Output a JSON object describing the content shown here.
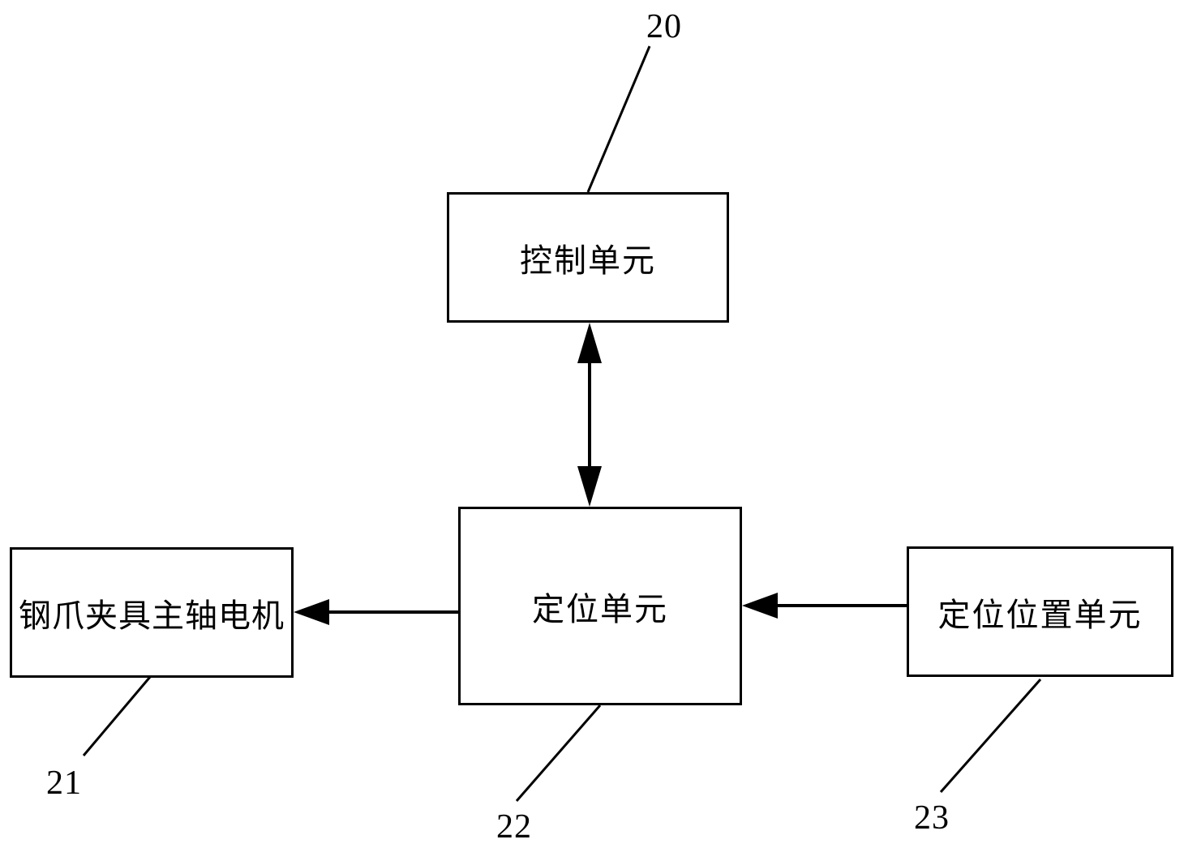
{
  "diagram": {
    "background_color": "#ffffff",
    "line_color": "#000000",
    "boxes": {
      "control_unit": {
        "label": "控制单元",
        "ref": "20"
      },
      "positioning_unit": {
        "label": "定位单元",
        "ref": "22"
      },
      "spindle_motor": {
        "label": "钢爪夹具主轴电机",
        "ref": "21"
      },
      "positioning_position_unit": {
        "label": "定位位置单元",
        "ref": "23"
      }
    },
    "connections": [
      {
        "from": "control_unit",
        "to": "positioning_unit",
        "type": "bidirectional-arrow"
      },
      {
        "from": "positioning_unit",
        "to": "spindle_motor",
        "type": "arrow"
      },
      {
        "from": "positioning_position_unit",
        "to": "positioning_unit",
        "type": "arrow"
      }
    ]
  }
}
